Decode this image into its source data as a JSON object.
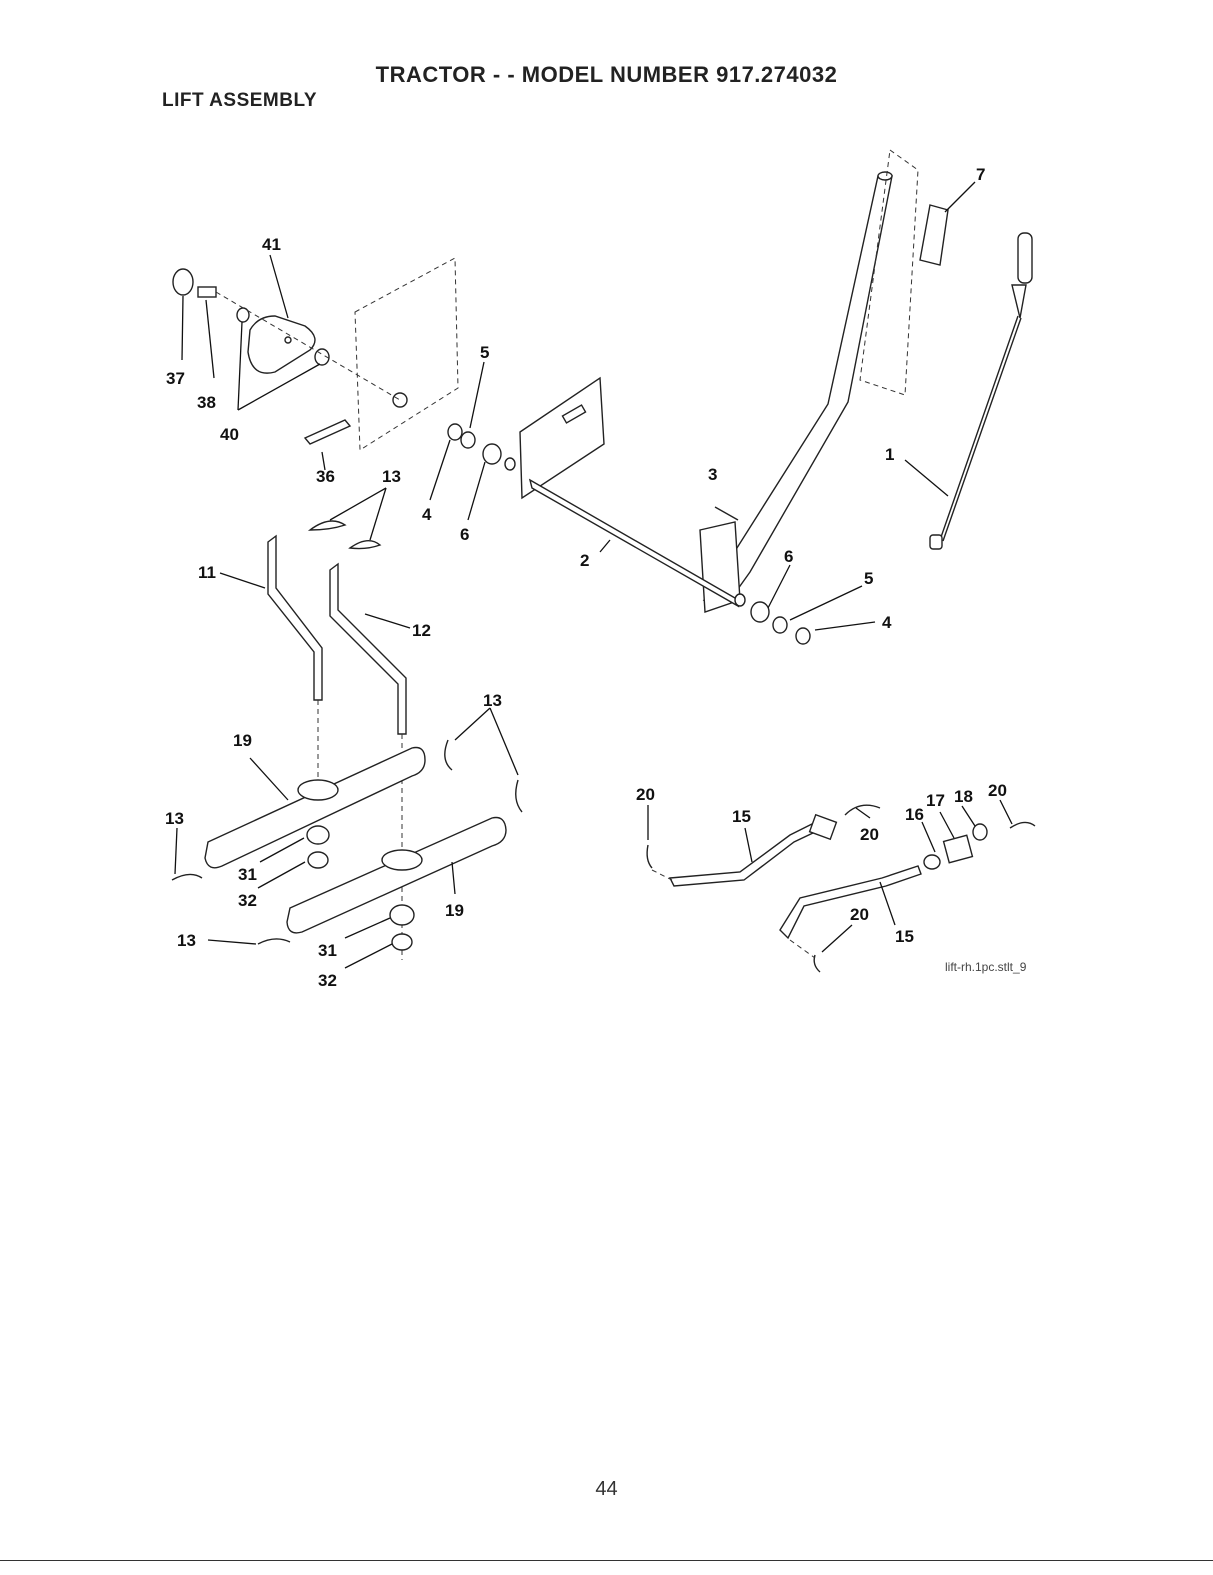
{
  "header": {
    "title": "TRACTOR - - MODEL NUMBER 917.274032",
    "section": "LIFT ASSEMBLY"
  },
  "diagram": {
    "reference_code": "lift-rh.1pc.stlt_9",
    "callouts": [
      "41",
      "37",
      "38",
      "40",
      "36",
      "13",
      "5",
      "4",
      "6",
      "7",
      "1",
      "3",
      "2",
      "6",
      "5",
      "4",
      "11",
      "12",
      "13",
      "19",
      "13",
      "31",
      "32",
      "19",
      "13",
      "31",
      "32",
      "20",
      "15",
      "20",
      "16",
      "17",
      "18",
      "20",
      "20",
      "15"
    ]
  },
  "footer": {
    "page_number": "44"
  }
}
